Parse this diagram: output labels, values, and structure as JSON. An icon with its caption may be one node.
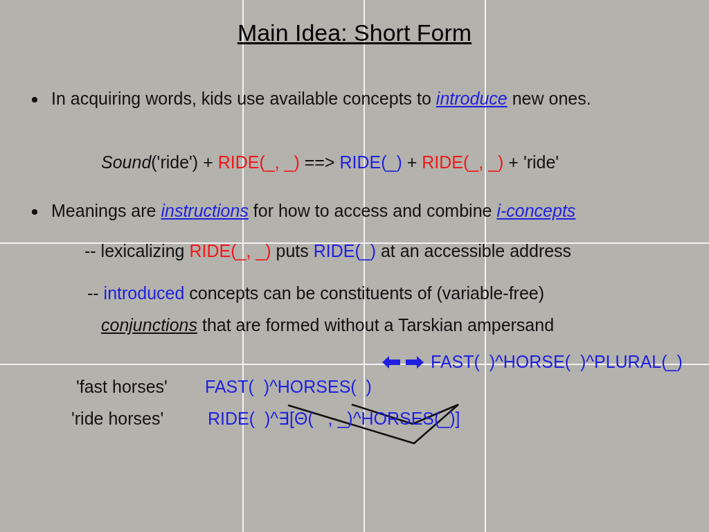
{
  "diagram": {
    "title": "Main Idea: Short Form",
    "labels": [
      "In acquiring words, kids use available concepts to *introduce* new ones.",
      "*Sound*('ride') +",
      "RIDE(_, _)",
      "==>",
      "RIDE(_)",
      "+",
      "RIDE(_, _)",
      "+ 'ride'",
      "Meanings are *instructions* for how to access and combine *i-concepts*",
      "-- lexicalizing",
      "RIDE(_, _)",
      "puts",
      "RIDE(_)",
      "at an accessible address",
      "--",
      "introduced",
      "concepts can be constituents of (variable-free)",
      "*conjunctions* that are formed without a Tarskian ampersand",
      "FAST(  )^HORSE(  )^PLURAL(_)",
      "'fast horses'",
      "FAST(  )^HORSES(  )",
      "'ride horses'",
      "RIDE(  )^∃[Θ(   , _)^HORSES(_)]"
    ]
  }
}
